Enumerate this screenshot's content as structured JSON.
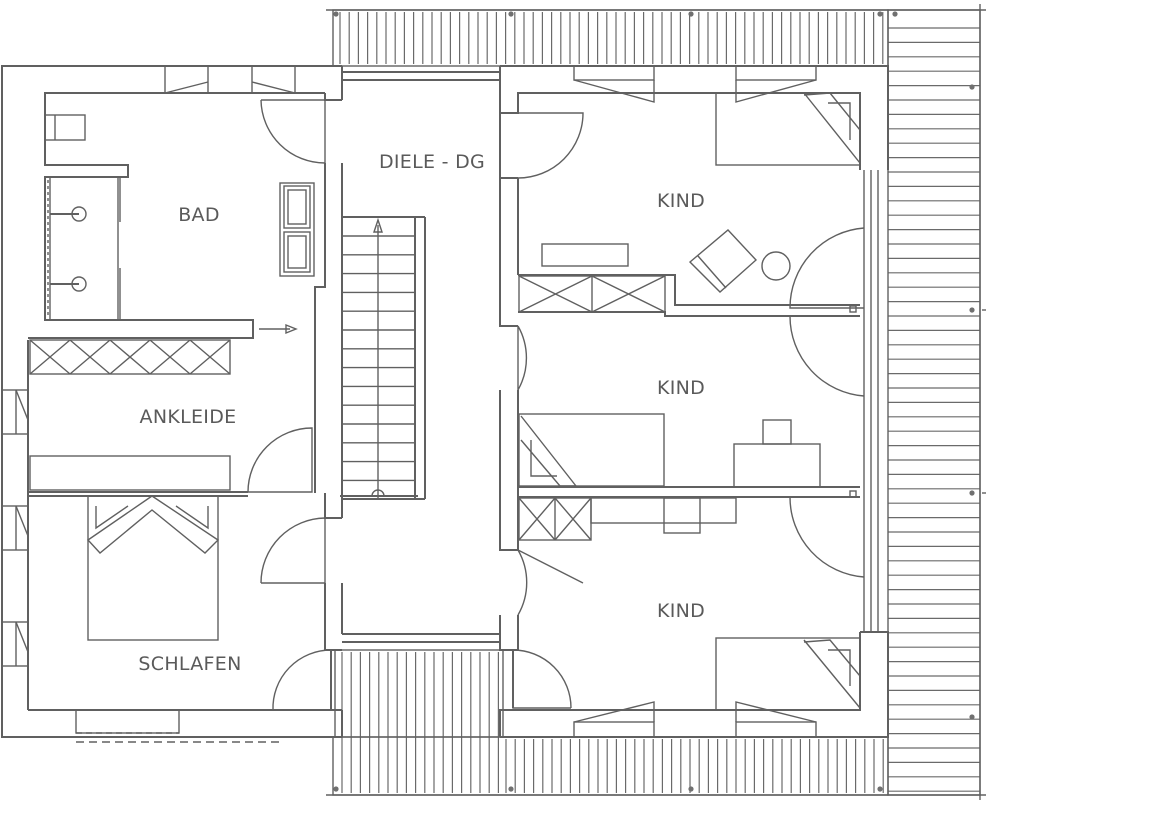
{
  "plan": {
    "rooms": [
      {
        "key": "diele",
        "label": "DIELE - DG"
      },
      {
        "key": "bad",
        "label": "BAD"
      },
      {
        "key": "ankleide",
        "label": "ANKLEIDE"
      },
      {
        "key": "schlafen",
        "label": "SCHLAFEN"
      },
      {
        "key": "kind1",
        "label": "KIND"
      },
      {
        "key": "kind2",
        "label": "KIND"
      },
      {
        "key": "kind3",
        "label": "KIND"
      }
    ]
  },
  "colors": {
    "line": "#606060",
    "background": "#ffffff"
  }
}
